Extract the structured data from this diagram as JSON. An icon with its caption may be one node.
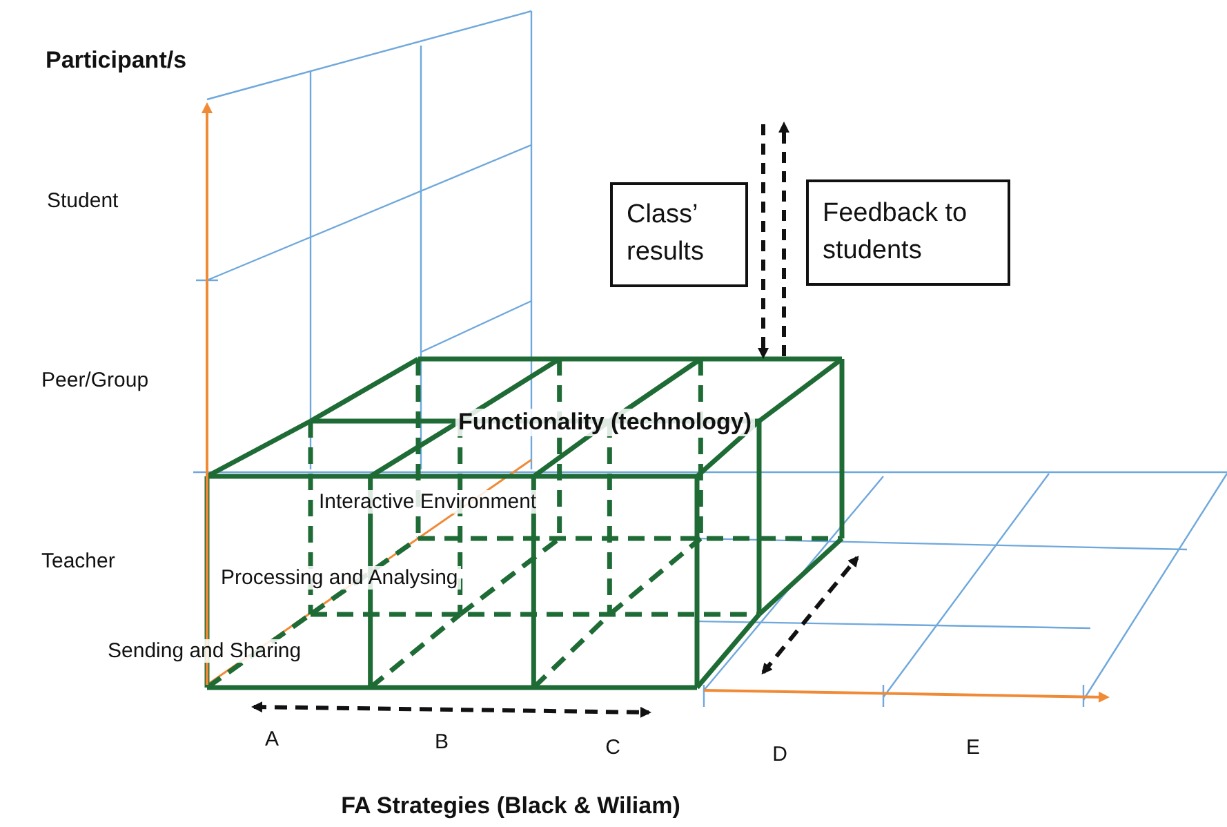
{
  "diagram": {
    "nodes": [
      {
        "text": [
          "Class’ results"
        ]
      },
      {
        "text": [
          "Feedback to students"
        ]
      },
      {
        "text": [],
        "shape": "box"
      }
    ],
    "edges": [
      {
        "from": null,
        "to": 2,
        "arrow": "to",
        "style": "dashed"
      },
      {
        "from": 2,
        "to": null,
        "arrow": "to",
        "style": "dashed"
      }
    ],
    "labels": [
      "Participant/s",
      "Student",
      "Peer/Group",
      "Functionality (technology)",
      "Interactive Environment",
      "Teacher",
      "Processing and Analysing",
      "Sending and Sharing",
      "A",
      "B",
      "C",
      "D",
      "E",
      "FA Strategies (Black & Wiliam)"
    ]
  }
}
